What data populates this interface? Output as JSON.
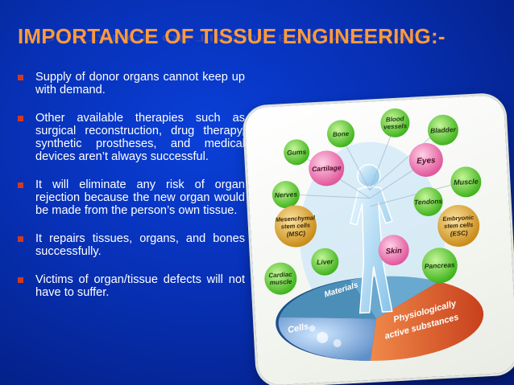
{
  "slide": {
    "title": "IMPORTANCE OF TISSUE ENGINEERING:-",
    "bullets": [
      "Supply of donor organs cannot keep up with demand.",
      "Other available therapies such as surgical reconstruction, drug therapy, synthetic prostheses, and medical devices aren’t always successful.",
      "It will eliminate any risk of organ rejection because the new organ would be made from the person’s own tissue.",
      "It repairs tissues, organs, and bones successfully.",
      "Victims of organ/tissue defects will not have to suffer."
    ]
  },
  "diagram": {
    "nodes": {
      "bone": "Bone",
      "blood_vessels_1": "Blood",
      "blood_vessels_2": "vessels",
      "bladder": "Bladder",
      "gums": "Gums",
      "cartilage": "Cartilage",
      "eyes": "Eyes",
      "nerves": "Nerves",
      "muscle": "Muscle",
      "tendons": "Tendons",
      "msc_1": "Mesenchymal",
      "msc_2": "stem cells",
      "msc_3": "(MSC)",
      "esc_1": "Embryonic",
      "esc_2": "stem cells",
      "esc_3": "(ESC)",
      "liver": "Liver",
      "skin": "Skin",
      "cardiac_1": "Cardiac",
      "cardiac_2": "muscle",
      "pancreas": "Pancreas"
    },
    "base": {
      "materials": "Materials",
      "cells": "Cells",
      "physio_1": "Physiologically",
      "physio_2": "active substances"
    }
  },
  "colors": {
    "title": "#ff9a3c",
    "bullet_marker": "#d23a1f",
    "node_green": "#5fd32e",
    "node_pink": "#f27ab1",
    "node_gold": "#e8b23a"
  }
}
